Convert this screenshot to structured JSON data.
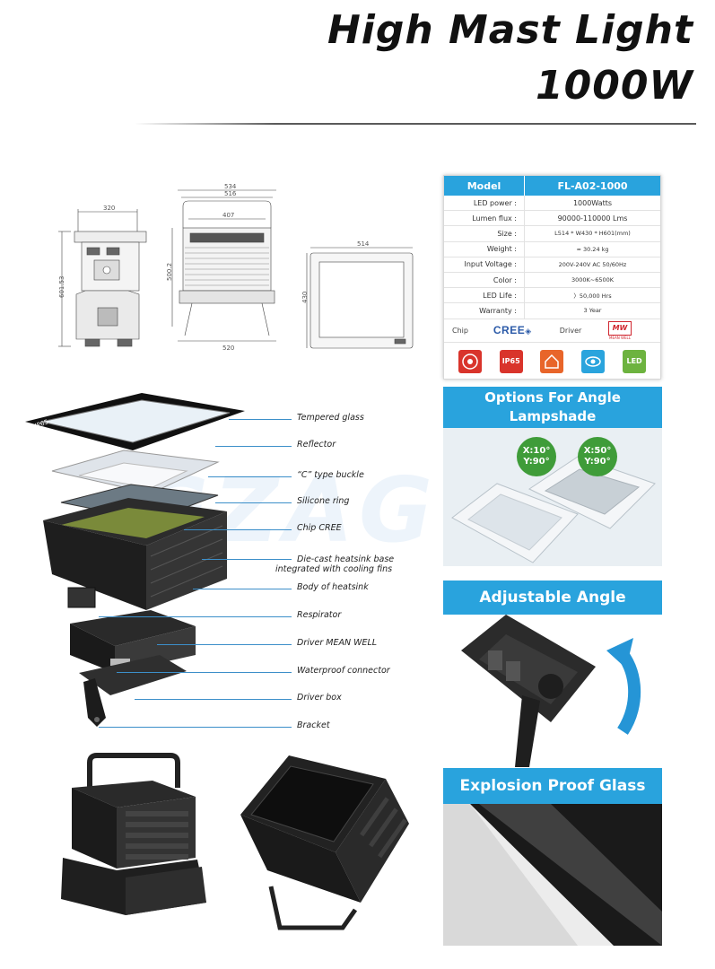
{
  "header": {
    "title_line1": "High Mast Light",
    "title_line2": "1000W"
  },
  "drawings": {
    "side_view": {
      "width_label": "320",
      "height_label": "601.53"
    },
    "front_view": {
      "top_label_1": "534",
      "top_label_2": "516",
      "inner_label": "407",
      "height_label": "500.2",
      "bottom_label": "520"
    },
    "top_view": {
      "width_label": "514",
      "height_label": "430"
    }
  },
  "spec": {
    "header_label": "Model",
    "header_value": "FL-A02-1000",
    "rows": [
      {
        "label": "LED power :",
        "value": "1000Watts"
      },
      {
        "label": "Lumen flux :",
        "value": "90000-110000 Lms"
      },
      {
        "label": "Size :",
        "value": "L514 * W430 * H601(mm)"
      },
      {
        "label": "Weight :",
        "value": "≈ 30.24 kg"
      },
      {
        "label": "Input Voltage :",
        "value": "200V-240V AC 50/60Hz"
      },
      {
        "label": "Color :",
        "value": "3000K~6500K"
      },
      {
        "label": "LED Life :",
        "value": "〉50,000 Hrs"
      },
      {
        "label": "Warranty :",
        "value": "3 Year"
      }
    ],
    "chip_label": "Chip",
    "chip_brand": "CREE",
    "driver_label": "Driver",
    "driver_brand": "MW",
    "driver_brand_sub": "MEAN WELL",
    "certs": [
      {
        "icon": "ce-cert-icon",
        "text": "",
        "color": "#d9342b"
      },
      {
        "icon": "ip65-icon",
        "text": "IP65",
        "color": "#d9342b"
      },
      {
        "icon": "house-icon",
        "text": "",
        "color": "#e8652a"
      },
      {
        "icon": "eye-icon",
        "text": "",
        "color": "#2aa4dd"
      },
      {
        "icon": "led-icon",
        "text": "LED",
        "color": "#6db33f"
      }
    ]
  },
  "exploded_parts": [
    "Tempered glass",
    "Reflector",
    "“C” type buckle",
    "Silicone ring",
    "Chip CREE",
    "Die-cast heatsink base",
    "integrated with cooling fins",
    "Body of heatsink",
    "Respirator",
    "Driver MEAN WELL",
    "Waterproof connector",
    "Driver box",
    "Bracket"
  ],
  "ip_badge": "IP65",
  "watermark": "GZAG",
  "options_panel": {
    "title_line1": "Options For Angle",
    "title_line2": "Lampshade",
    "badge1_x": "X:10°",
    "badge1_y": "Y:90°",
    "badge2_x": "X:50°",
    "badge2_y": "Y:90°"
  },
  "adjustable_panel": {
    "title": "Adjustable Angle"
  },
  "explosion_panel": {
    "title": "Explosion Proof Glass"
  },
  "colors": {
    "accent": "#29a3dd",
    "leader": "#3c8fc9",
    "dark_metal": "#2a2a2a"
  }
}
